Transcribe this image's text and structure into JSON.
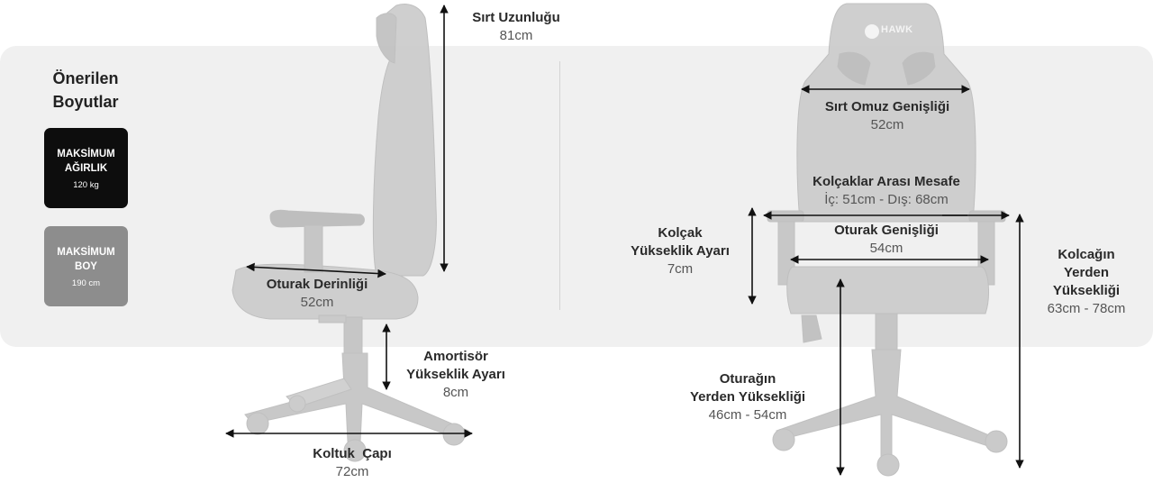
{
  "heading": "Önerilen Boyutlar",
  "spec_cards": [
    {
      "label": "MAKSİMUM AĞIRLIK",
      "value": "120 kg",
      "color": "#0d0d0d"
    },
    {
      "label": "MAKSİMUM BOY",
      "value": "190 cm",
      "color": "#8d8d8d"
    }
  ],
  "brand_logo": "HAWK",
  "measurements": {
    "back_length": {
      "label": "Sırt Uzunluğu",
      "value": "81cm"
    },
    "seat_depth": {
      "label": "Oturak Derinliği",
      "value": "52cm"
    },
    "shock_height": {
      "label_1": "Amortisör",
      "label_2": "Yükseklik Ayarı",
      "value": "8cm"
    },
    "base_diameter": {
      "label": "Koltuk  Çapı",
      "value": "72cm"
    },
    "shoulder_width": {
      "label": "Sırt Omuz Genişliği",
      "value": "52cm"
    },
    "armrest_distance": {
      "label": "Kolçaklar Arası Mesafe",
      "value": "İç: 51cm - Dış: 68cm"
    },
    "seat_width": {
      "label": "Oturak Genişliği",
      "value": "54cm"
    },
    "armrest_adjust": {
      "label_1": "Kolçak",
      "label_2": "Yükseklik Ayarı",
      "value": "7cm"
    },
    "armrest_floor": {
      "label_1": "Kolcağın",
      "label_2": "Yerden",
      "label_3": "Yüksekliği",
      "value": "63cm - 78cm"
    },
    "seat_floor": {
      "label_1": "Oturağın",
      "label_2": "Yerden Yüksekliği",
      "value": "46cm - 54cm"
    }
  }
}
